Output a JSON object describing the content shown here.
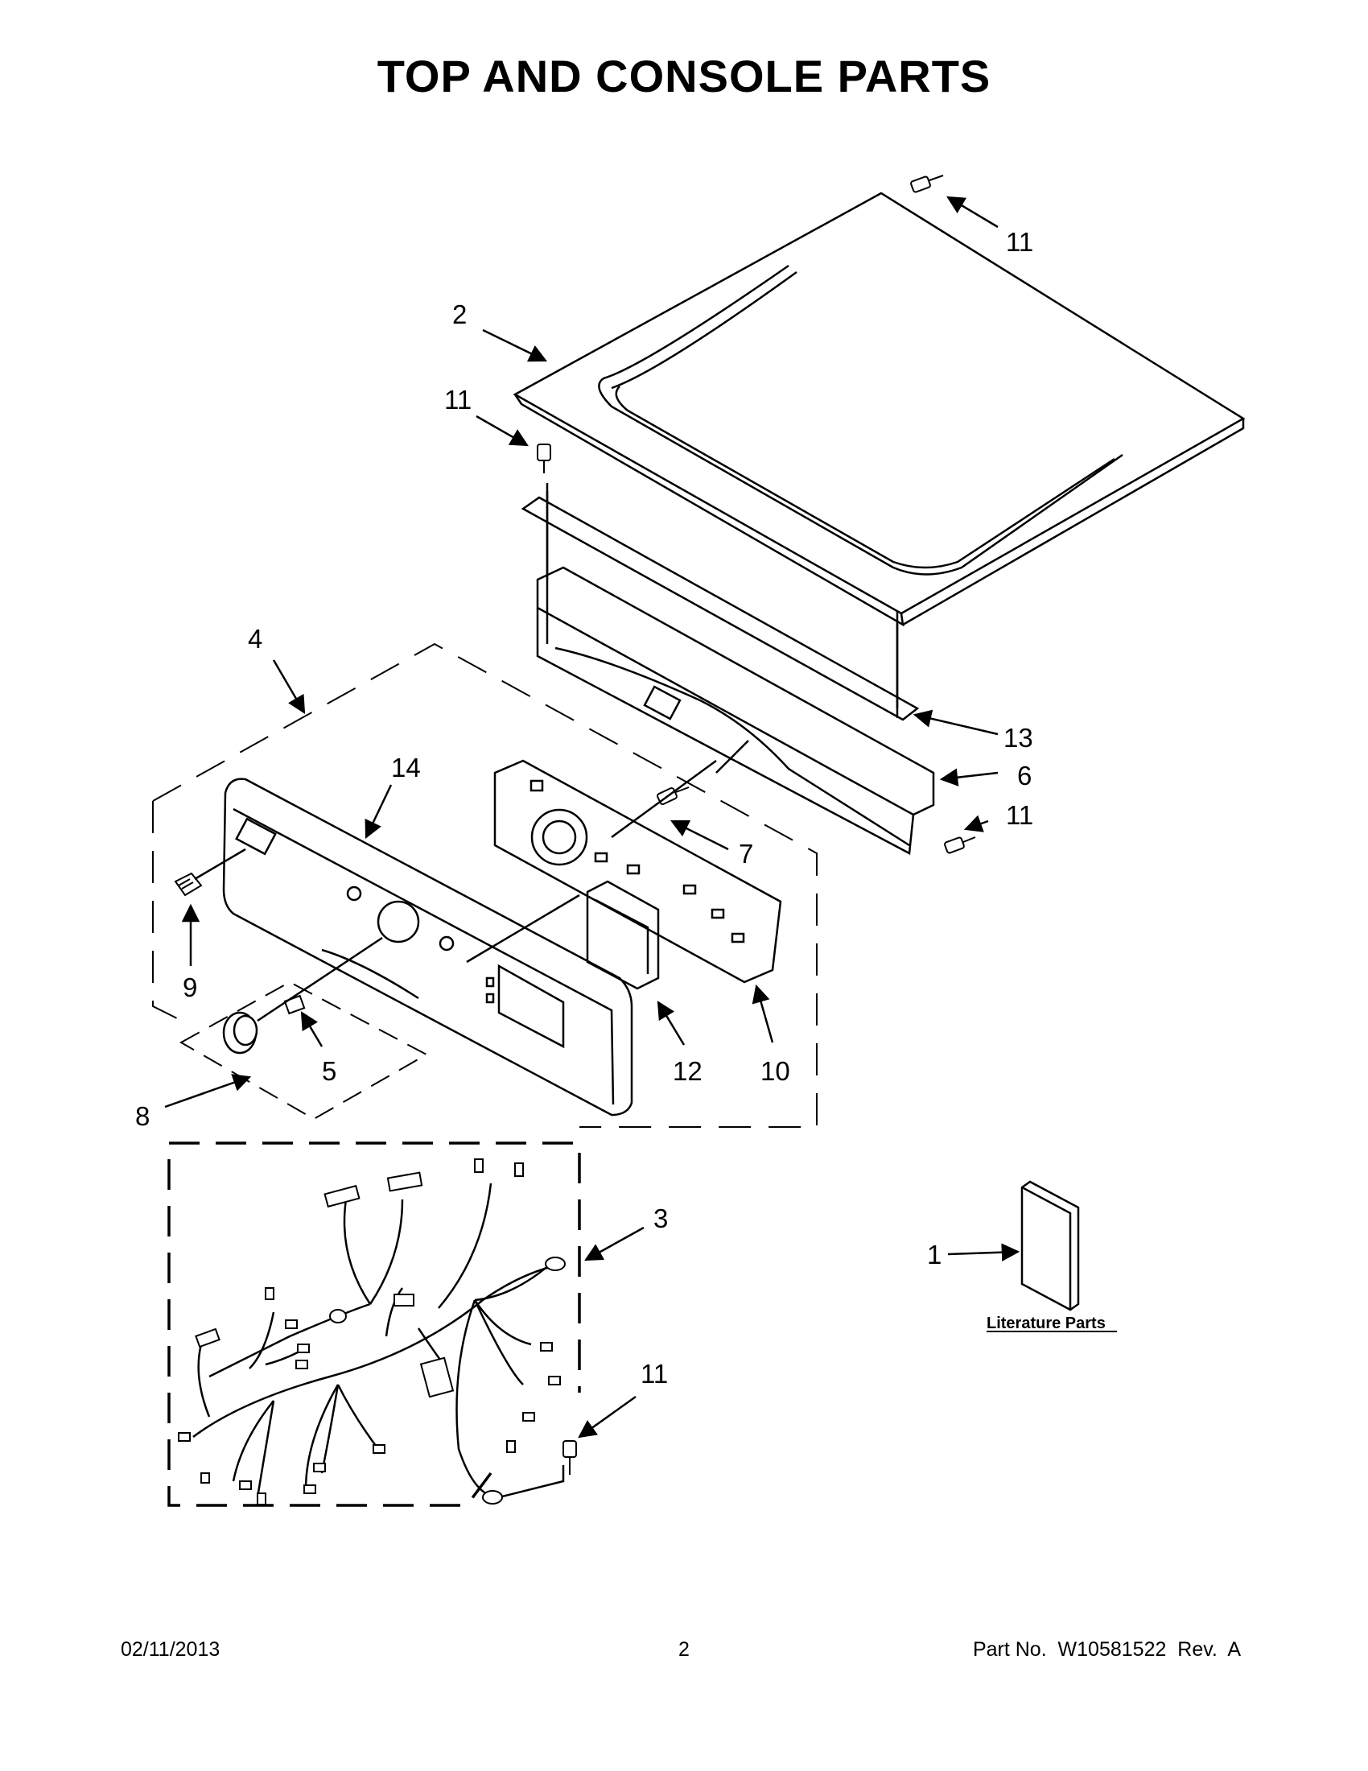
{
  "title": "TOP AND CONSOLE PARTS",
  "callouts": {
    "c1": "1",
    "c2": "2",
    "c3": "3",
    "c4": "4",
    "c5": "5",
    "c6": "6",
    "c7": "7",
    "c8": "8",
    "c9": "9",
    "c10": "10",
    "c11": "11",
    "c12": "12",
    "c13": "13",
    "c14": "14"
  },
  "literature_label": "Literature Parts",
  "footer": {
    "date": "02/11/2013",
    "page": "2",
    "part_no": "Part No.  W10581522  Rev.  A"
  }
}
